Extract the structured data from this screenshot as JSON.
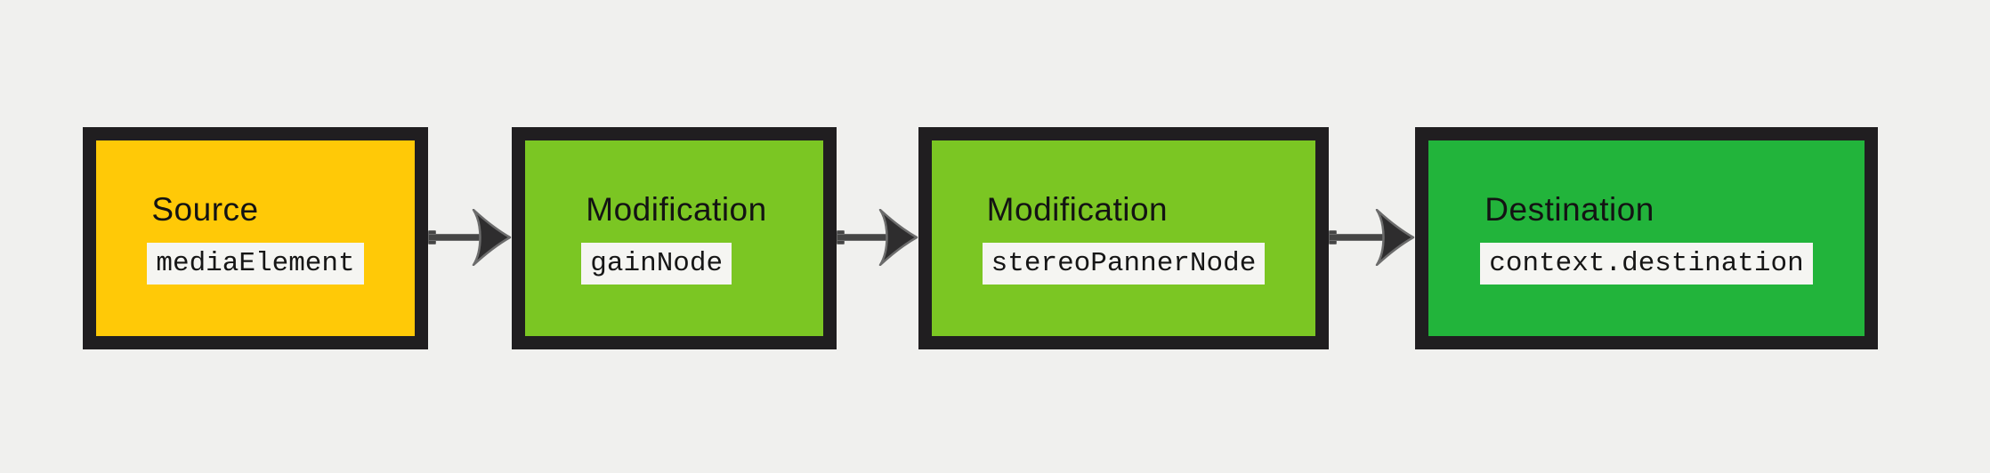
{
  "background": "#f0f0ee",
  "colors": {
    "box_border": "#201e20",
    "label_text": "#131313",
    "chip_bg": "#f5f5f2",
    "chip_text": "#161616",
    "arrow_fill": "#2e2d2e",
    "arrow_outline": "#6c6c6c",
    "arrow_line": "#454545",
    "source_fill": "#ffc907",
    "modification_fill": "#7bc623",
    "destination_fill": "#22b43b"
  },
  "nodes": [
    {
      "label": "Source",
      "code": "mediaElement",
      "fill": "#ffc907"
    },
    {
      "label": "Modification",
      "code": "gainNode",
      "fill": "#7bc623"
    },
    {
      "label": "Modification",
      "code": "stereoPannerNode",
      "fill": "#7bc623"
    },
    {
      "label": "Destination",
      "code": "context.destination",
      "fill": "#22b43b"
    }
  ]
}
